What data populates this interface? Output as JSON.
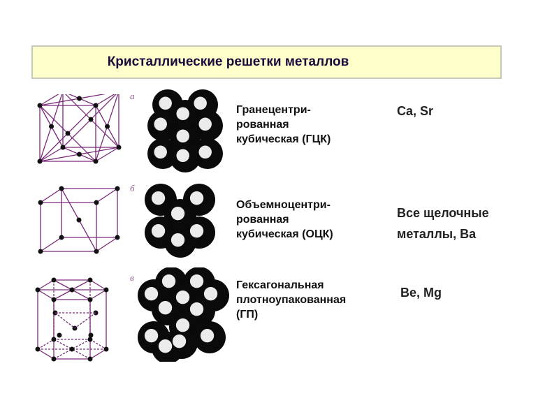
{
  "title": "Кристаллические решетки металлов",
  "rows": [
    {
      "letter": "а",
      "lines": [
        "Гранецентри-",
        "рованная",
        "кубическая (ГЦК)"
      ],
      "metals": [
        "Ca, Sr"
      ]
    },
    {
      "letter": "б",
      "lines": [
        "Объемноцентри-",
        "рованная",
        "кубическая (ОЦК)"
      ],
      "metals": [
        "Все щелочные",
        "металлы, Ba"
      ]
    },
    {
      "letter": "в",
      "lines": [
        "Гексагональная",
        "плотноупакованная",
        "(ГП)"
      ],
      "metals": [
        "Be, Mg"
      ]
    }
  ],
  "colors": {
    "lattice": "#7a2a7a",
    "title_bg": "#ffffcc"
  }
}
